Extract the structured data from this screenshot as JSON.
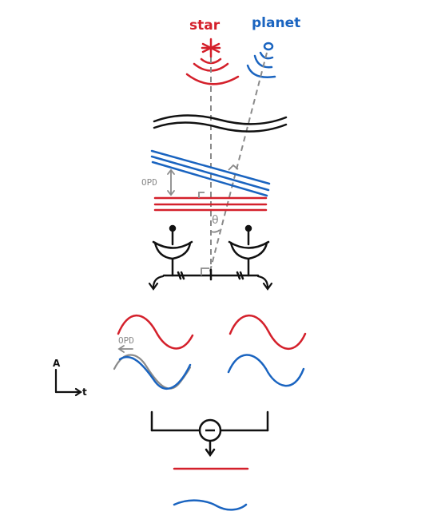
{
  "labels": {
    "star": "star",
    "planet": "planet",
    "opd_upper": "OPD",
    "opd_lower": "OPD",
    "theta": "θ",
    "axis_a": "A",
    "axis_t": "t"
  },
  "colors": {
    "star": "#d4202b",
    "planet": "#1a64c0",
    "ink": "#111111",
    "guide": "#8a8a8a"
  }
}
